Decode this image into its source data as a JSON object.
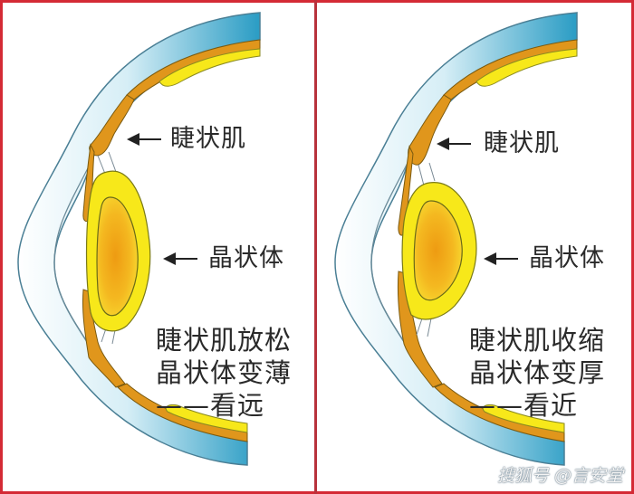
{
  "colors": {
    "frame": "#d42a35",
    "cornea": "#6ec6df",
    "ciliary_muscle": "#e0961c",
    "lens_outer": "#f7e81a",
    "lens_core": "#f0a81a",
    "text": "#2a2a2a"
  },
  "panels": [
    {
      "id": "far",
      "ciliary_label": "睫状肌",
      "lens_label": "晶状体",
      "caption": [
        "睫状肌放松",
        "晶状体变薄",
        "——看远"
      ]
    },
    {
      "id": "near",
      "ciliary_label": "睫状肌",
      "lens_label": "晶状体",
      "caption": [
        "睫状肌收缩",
        "晶状体变厚",
        "——看近"
      ]
    }
  ],
  "watermark": "搜狐号 @言安堂"
}
